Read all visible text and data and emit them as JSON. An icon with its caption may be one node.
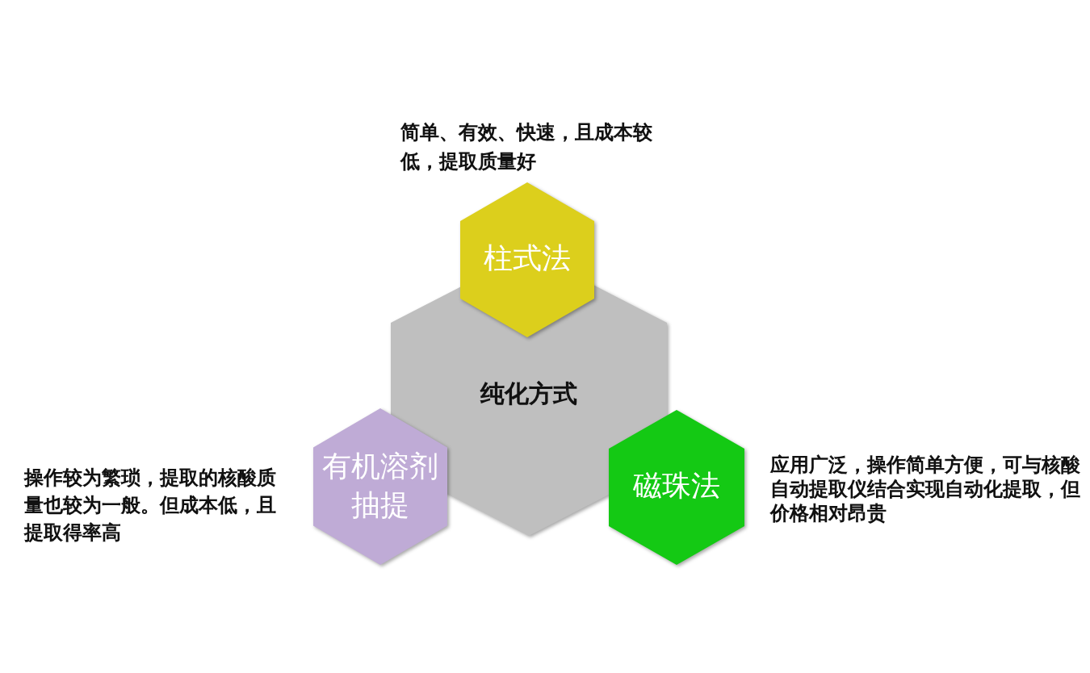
{
  "diagram": {
    "nodes": [
      {
        "text": [
          "柱式法"
        ],
        "beside": [
          "简单、有效、快速，且成本较低，提取质量好"
        ]
      },
      {
        "text": [
          "纯化方式"
        ]
      },
      {
        "text": [
          "有机溶剂抽提"
        ],
        "beside": [
          "操作较为繁琐，提取的核酸质量也较为一般。但成本低，且提取得率高"
        ]
      },
      {
        "text": [
          "磁珠法"
        ],
        "beside": [
          "应用广泛，操作简单方便，可与核酸自动提取仪结合实现自动化提取，但价格相对昂贵"
        ]
      }
    ]
  }
}
